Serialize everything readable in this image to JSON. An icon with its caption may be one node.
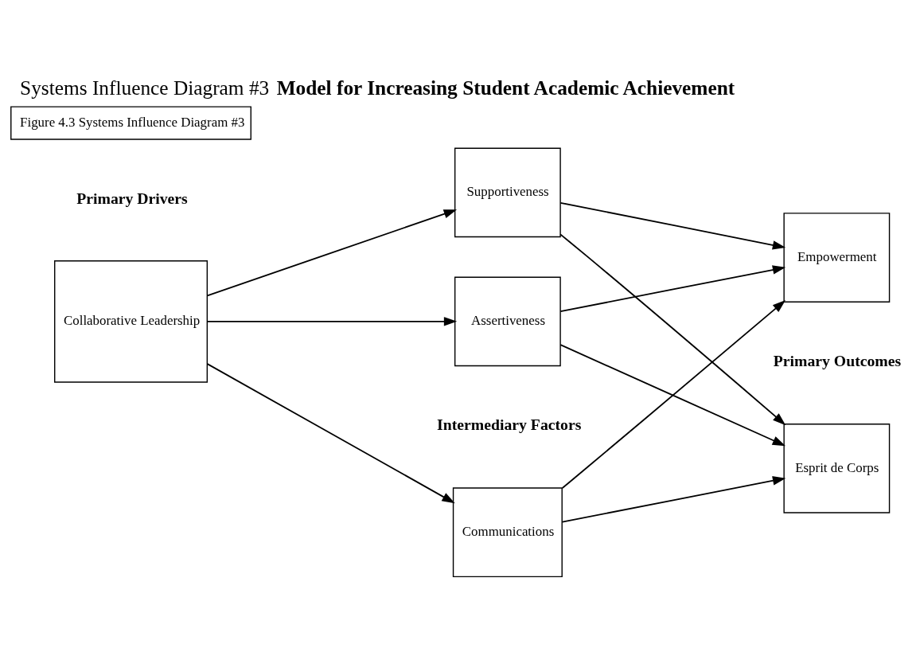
{
  "diagram": {
    "title": "Systems Influence Diagram #3 **Model for Increasing Student Academic Achievement**",
    "nodes": [
      {
        "text": [
          "Collaborative Leadership"
        ]
      },
      {
        "text": [
          "Communications"
        ]
      },
      {
        "text": [
          "Supportiveness"
        ]
      },
      {
        "text": [
          "Assertiveness"
        ]
      },
      {
        "text": [
          "Esprit de Corps"
        ]
      },
      {
        "text": [
          "Empowerment"
        ]
      },
      {
        "text": [
          "Figure 4.3 Systems Influence Diagram #3"
        ]
      }
    ],
    "edges": [
      {
        "from": 0,
        "to": 1,
        "arrow": "to"
      },
      {
        "from": 0,
        "to": 2,
        "arrow": "to"
      },
      {
        "from": 0,
        "to": 3,
        "arrow": "to"
      },
      {
        "from": 1,
        "to": 4,
        "arrow": "to"
      },
      {
        "from": 1,
        "to": 5,
        "arrow": "to"
      },
      {
        "from": 2,
        "to": 4,
        "arrow": "to"
      },
      {
        "from": 2,
        "to": 5,
        "arrow": "to"
      },
      {
        "from": 3,
        "to": 4,
        "arrow": "to"
      },
      {
        "from": 3,
        "to": 5,
        "arrow": "to"
      }
    ],
    "labels": [
      "Primary Drivers",
      "Intermediary Factors",
      "Primary Outcomes"
    ]
  }
}
